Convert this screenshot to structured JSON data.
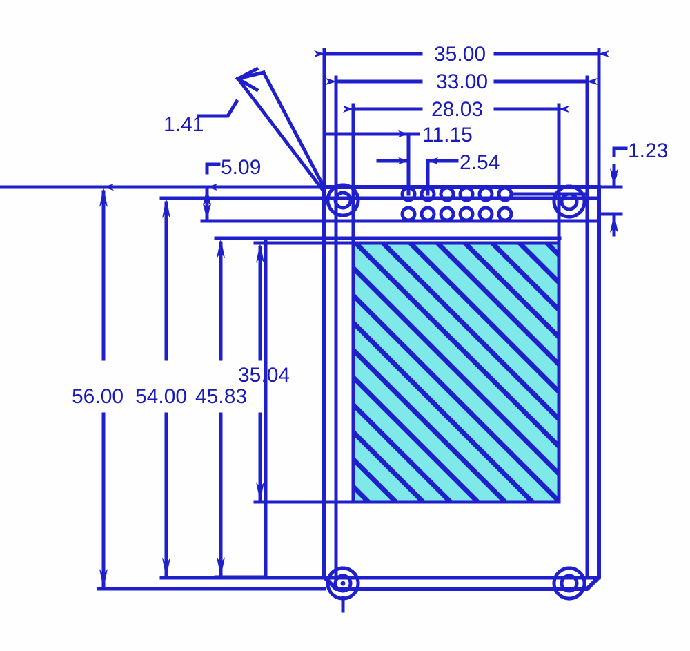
{
  "drawing": {
    "title": "PCB Mechanical Outline Drawing",
    "units": "mm",
    "line_color": "#1f1fcc",
    "text_color": "#1a1ab4",
    "hatch_fill": "#7fe9e9",
    "hatch_line": "#1f1fcc",
    "background": "#fefefe"
  },
  "dimensions": {
    "width_overall": "35.00",
    "width_inner": "33.00",
    "width_screen": "28.03",
    "pin_offset": "11.15",
    "pin_pitch": "2.54",
    "chamfer": "1.41",
    "edge_gap": "1.23",
    "header_height": "5.09",
    "height_overall": "56.00",
    "height_inner": "54.00",
    "height_to_screen_bottom": "45.83",
    "screen_height": "35.04"
  },
  "labels": {
    "d35": "35.00",
    "d33": "33.00",
    "d2803": "28.03",
    "d1115": "11.15",
    "d254": "2.54",
    "d141": "1.41",
    "d123": "1.23",
    "d509": "5.09",
    "d5600": "56.00",
    "d5400": "54.00",
    "d4583": "45.83",
    "d3504": "35.04"
  },
  "features": {
    "mounting_holes": 4,
    "pin_header_rows": 2,
    "pin_header_cols": 6,
    "display_area": "hatched-active-area"
  }
}
